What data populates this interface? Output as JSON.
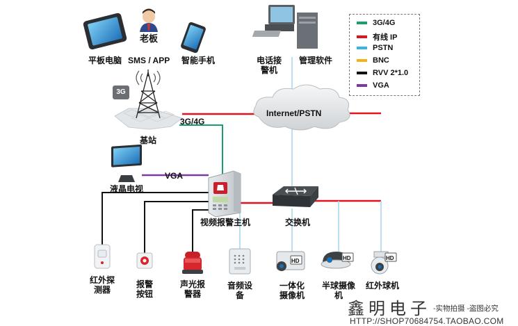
{
  "legend": {
    "items": [
      {
        "label": "3G/4G",
        "color": "#1aa06a"
      },
      {
        "label": "有线 IP",
        "color": "#e0141c"
      },
      {
        "label": "PSTN",
        "color": "#33b5e5"
      },
      {
        "label": "BNC",
        "color": "#f2b319"
      },
      {
        "label": "RVV 2*1.0",
        "color": "#111111"
      },
      {
        "label": "VGA",
        "color": "#7a3aa0"
      }
    ]
  },
  "nodes": {
    "tablet": "平板电脑",
    "boss": "老板",
    "sms_app": "SMS / APP",
    "smartphone": "智能手机",
    "phone_receiver_1": "电话接",
    "phone_receiver_2": "警机",
    "mgmt_software": "管理软件",
    "base_station_badge": "3G",
    "base_station": "基站",
    "internet": "Internet/PSTN",
    "lcd_tv": "液晶电视",
    "alarm_host": "视频报警主机",
    "switch": "交换机",
    "ir_detector_1": "红外探",
    "ir_detector_2": "测器",
    "alarm_button_1": "报警",
    "alarm_button_2": "按钮",
    "siren_1": "声光报",
    "siren_2": "警器",
    "audio_1": "音频设",
    "audio_2": "备",
    "box_camera_1": "一体化",
    "box_camera_2": "摄像机",
    "dome_camera_1": "半球摄像",
    "dome_camera_2": "机",
    "ptz_camera": "红外球机",
    "hd_badge": "HD"
  },
  "links": {
    "g34": "3G/4G",
    "vga": "VGA"
  },
  "watermark": {
    "brand": "鑫明电子",
    "note": "-实物拍摄 -盗图必究",
    "url": "HTTP://SHOP70684754.TAOBAO.COM"
  }
}
